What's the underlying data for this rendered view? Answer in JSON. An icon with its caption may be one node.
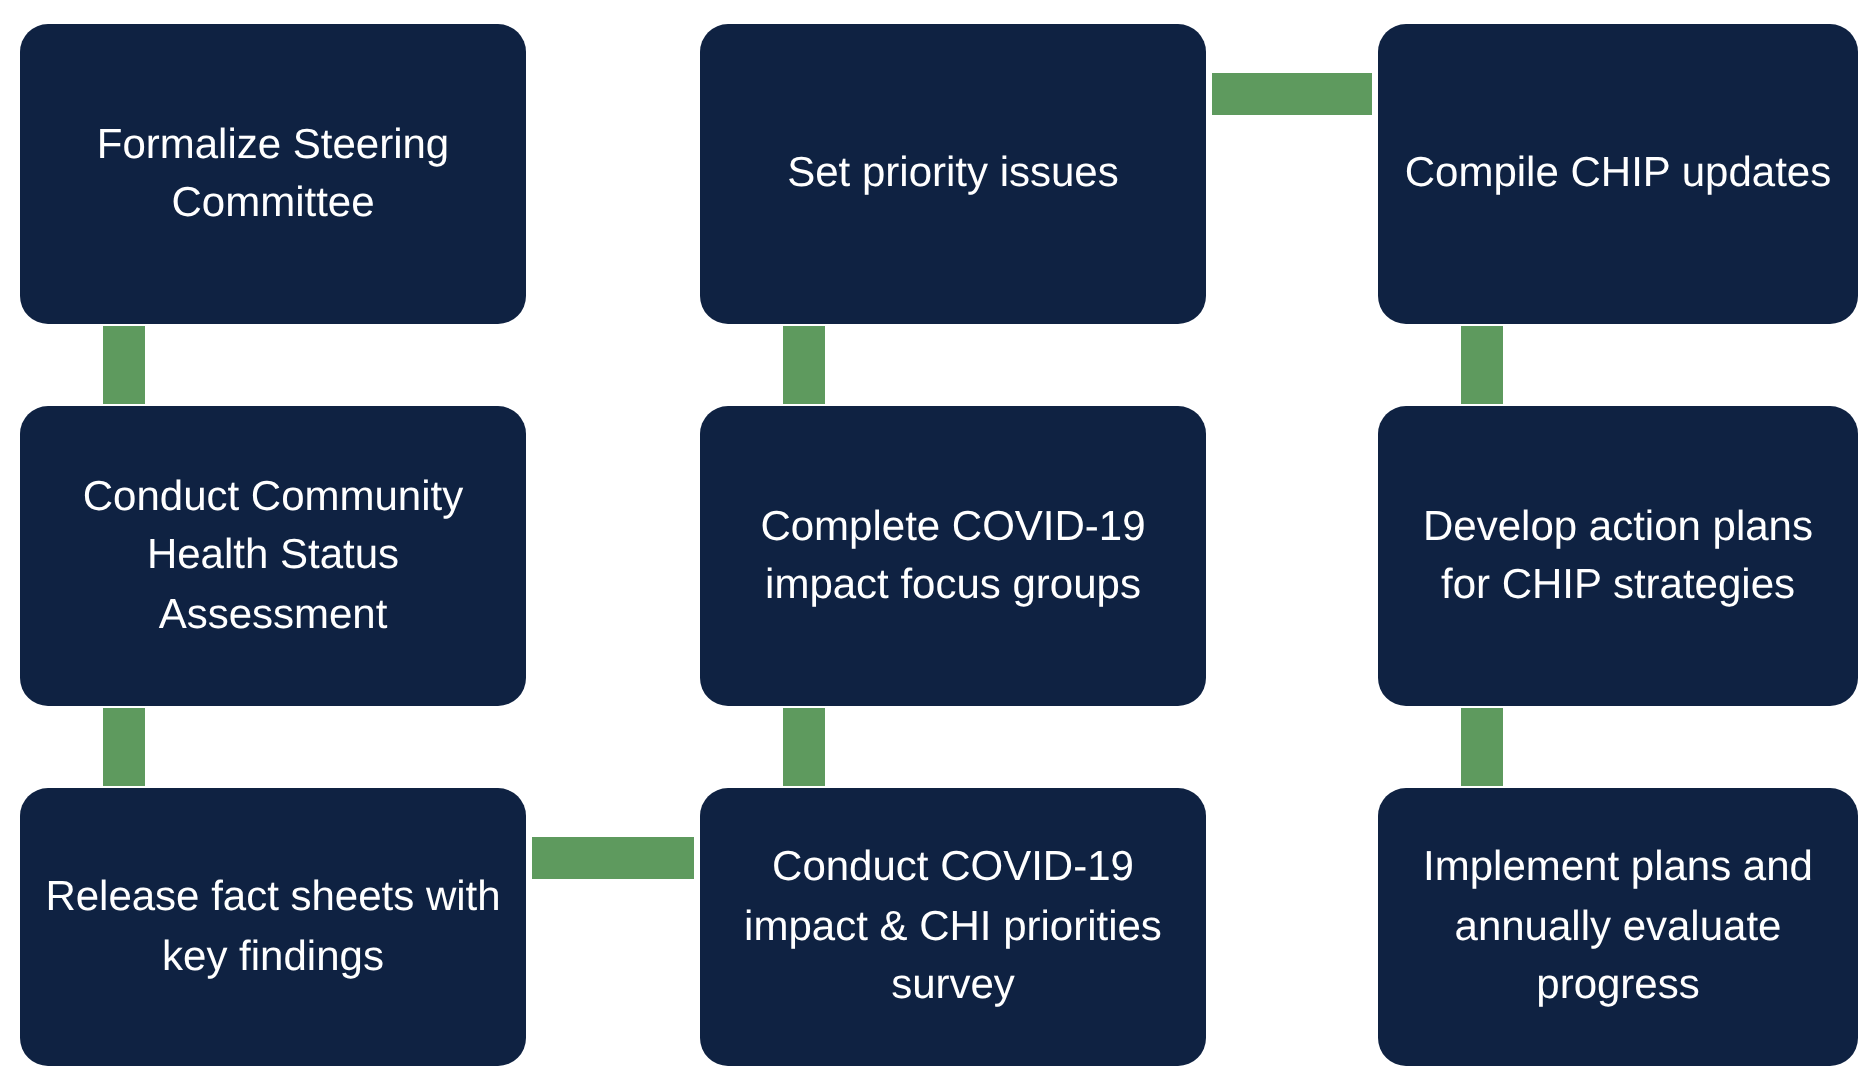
{
  "diagram": {
    "nodes": [
      {
        "text": [
          "Formalize Steering Committee"
        ]
      },
      {
        "text": [
          "Conduct Community Health Status Assessment"
        ]
      },
      {
        "text": [
          "Release fact sheets with key findings"
        ]
      },
      {
        "text": [
          "Conduct COVID-19 impact & CHI priorities survey"
        ]
      },
      {
        "text": [
          "Complete COVID-19 impact focus groups"
        ]
      },
      {
        "text": [
          "Set priority issues"
        ]
      },
      {
        "text": [
          "Compile CHIP updates"
        ]
      },
      {
        "text": [
          "Develop action plans for CHIP strategies"
        ]
      },
      {
        "text": [
          "Implement plans and annually evaluate progress"
        ]
      }
    ],
    "edges": [
      {
        "from": 0,
        "to": 1,
        "arrow": "none"
      },
      {
        "from": 1,
        "to": 2,
        "arrow": "none"
      },
      {
        "from": 2,
        "to": 3,
        "arrow": "none"
      },
      {
        "from": 3,
        "to": 4,
        "arrow": "none"
      },
      {
        "from": 4,
        "to": 5,
        "arrow": "none"
      },
      {
        "from": 5,
        "to": 6,
        "arrow": "none"
      },
      {
        "from": 6,
        "to": 7,
        "arrow": "none"
      },
      {
        "from": 7,
        "to": 8,
        "arrow": "none"
      }
    ]
  }
}
